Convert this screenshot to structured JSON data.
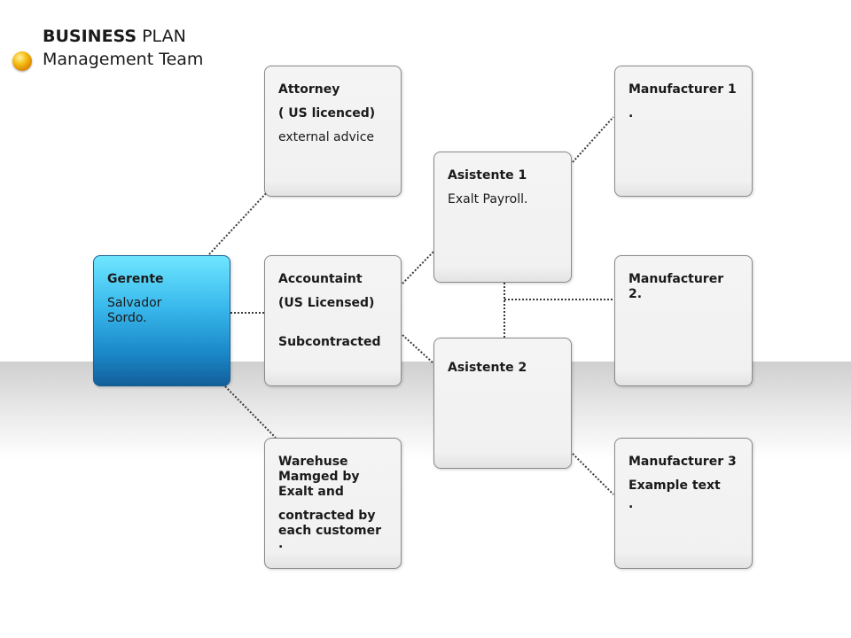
{
  "header": {
    "title_bold": "BUSINESS",
    "title_rest": " PLAN",
    "subtitle": "Management Team",
    "bullet_icon": "orange-sphere-icon"
  },
  "boxes": {
    "gerente": {
      "line1": "Gerente",
      "line2": "Salvador",
      "line3": "Sordo."
    },
    "attorney": {
      "line1": "Attorney",
      "line2": "( US licenced)",
      "line3": "external advice"
    },
    "accountant": {
      "line1": "Accountaint",
      "line2": "(US Licensed)",
      "line3": "Subcontracted"
    },
    "warehouse": {
      "line1": "Warehuse",
      "line2": "Mamged by",
      "line3": "Exalt and",
      "line4": "contracted by",
      "line5": "each customer",
      "line6": "."
    },
    "asistente1": {
      "line1": "Asistente 1",
      "line2": "Exalt Payroll."
    },
    "asistente2": {
      "line1": "Asistente 2"
    },
    "manufacturer1": {
      "line1": "Manufacturer 1",
      "line2": "."
    },
    "manufacturer2": {
      "line1": "Manufacturer 2."
    },
    "manufacturer3": {
      "line1": "Manufacturer 3",
      "line2": "Example text",
      "line3": "."
    }
  },
  "colors": {
    "accent_blue": "#1b88c8",
    "box_gray": "#f2f2f2",
    "connector": "#3a3a3a"
  }
}
